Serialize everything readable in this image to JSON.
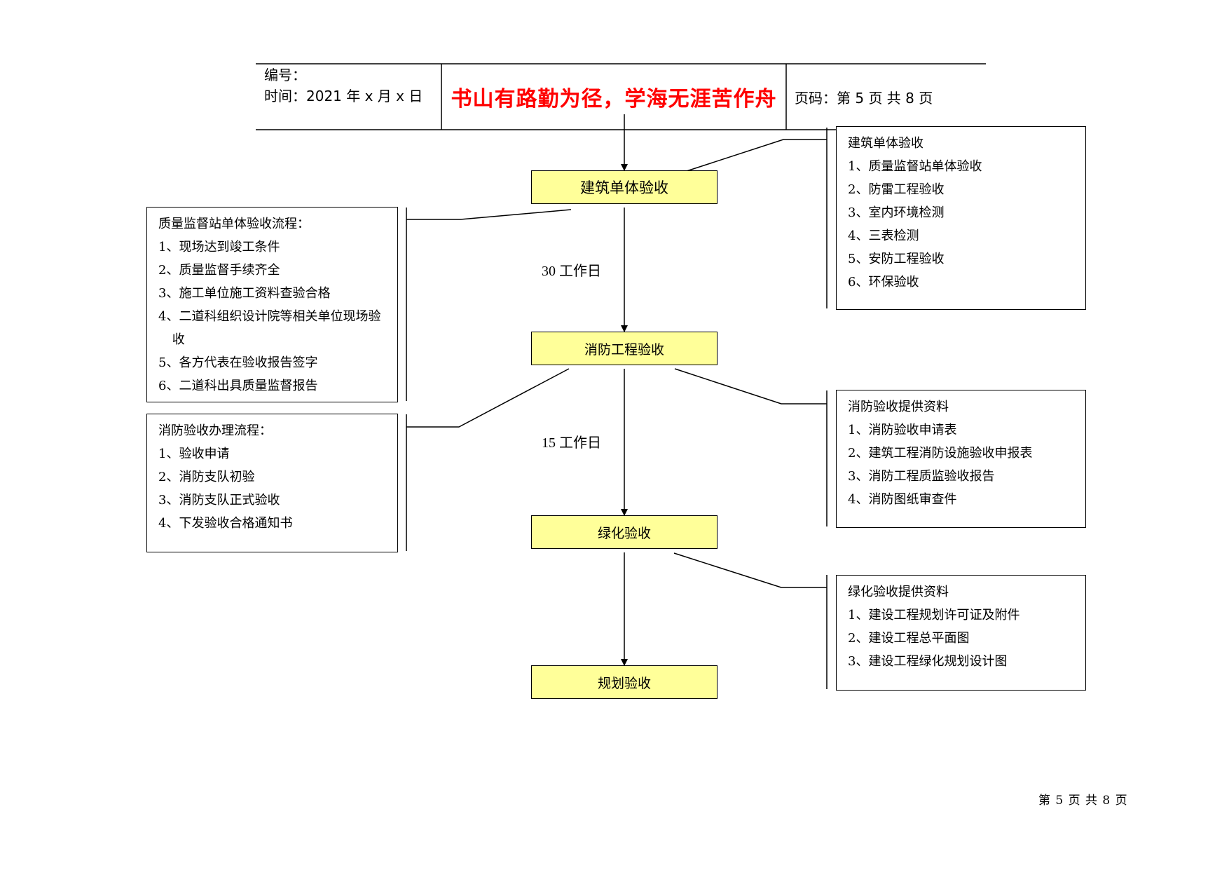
{
  "header": {
    "number_label": "编号：",
    "date_label": "时间：2021 年 x 月 x 日",
    "motto": "书山有路勤为径，学海无涯苦作舟",
    "page_label": "页码：第 5 页  共 8 页"
  },
  "flow": {
    "nodes": [
      "建筑单体验收",
      "消防工程验收",
      "绿化验收",
      "规划验收"
    ],
    "durations": [
      "30 工作日",
      "15 工作日"
    ]
  },
  "boxes": {
    "building": {
      "title": "建筑单体验收",
      "items": [
        "1、质量监督站单体验收",
        "2、防雷工程验收",
        "3、室内环境检测",
        "4、三表检测",
        "5、安防工程验收",
        "6、环保验收"
      ]
    },
    "quality_process": {
      "title": "质量监督站单体验收流程：",
      "items": [
        "1、现场达到竣工条件",
        "2、质量监督手续齐全",
        "3、施工单位施工资料查验合格",
        "4、二道科组织设计院等相关单位现场验收",
        "5、各方代表在验收报告签字",
        "6、二道科出具质量监督报告"
      ]
    },
    "fire_process": {
      "title": "消防验收办理流程：",
      "items": [
        "1、验收申请",
        "2、消防支队初验",
        "3、消防支队正式验收",
        "4、下发验收合格通知书"
      ]
    },
    "fire_docs": {
      "title": "消防验收提供资料",
      "items": [
        "1、消防验收申请表",
        "2、建筑工程消防设施验收申报表",
        "3、消防工程质监验收报告",
        "4、消防图纸审查件"
      ]
    },
    "green_docs": {
      "title": "绿化验收提供资料",
      "items": [
        "1、建设工程规划许可证及附件",
        "2、建设工程总平面图",
        "3、建设工程绿化规划设计图"
      ]
    }
  },
  "footer": {
    "page_text": "第 5 页 共 8 页"
  },
  "colors": {
    "node_fill": "#ffff99",
    "motto": "#ff0000"
  }
}
